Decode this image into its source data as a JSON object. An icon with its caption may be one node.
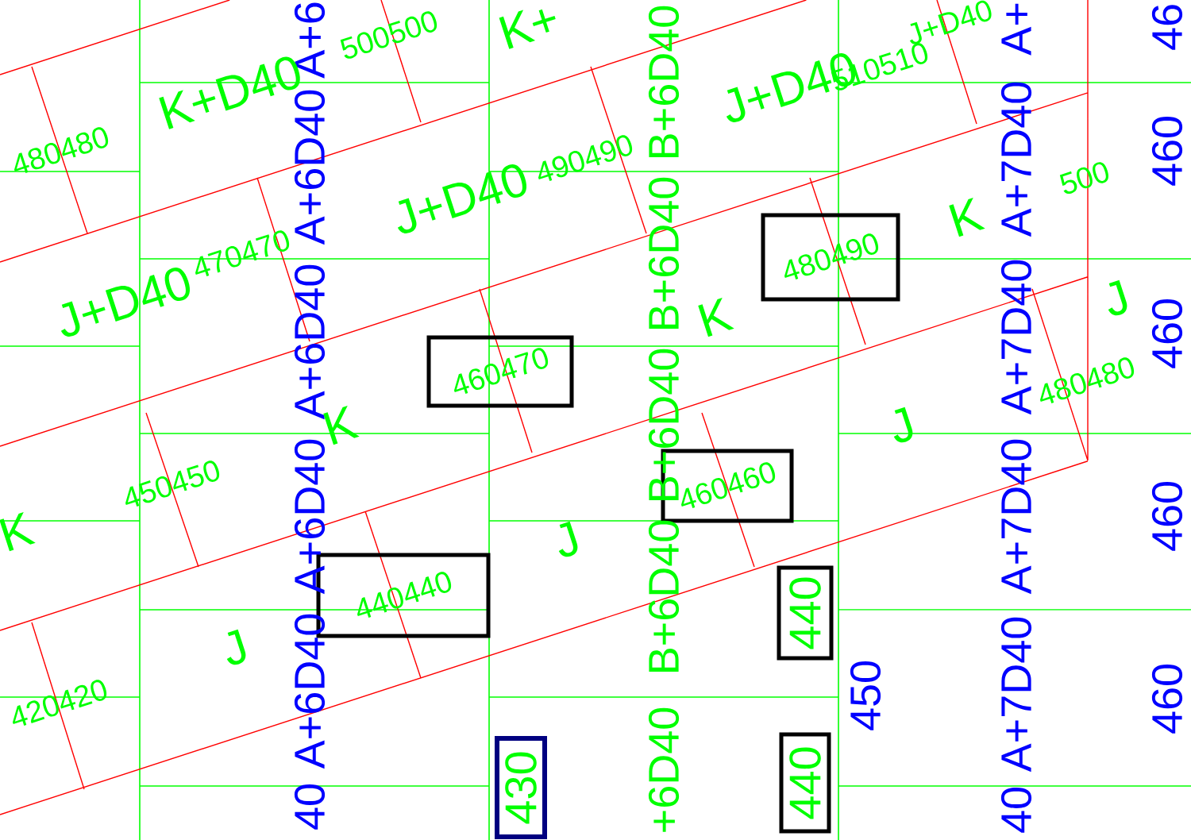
{
  "diagram": {
    "nodes": [
      {
        "text": [
          "480490"
        ]
      },
      {
        "text": [
          "460470"
        ]
      },
      {
        "text": [
          "460460"
        ]
      },
      {
        "text": [
          "440440"
        ]
      },
      {
        "text": [
          "440"
        ]
      },
      {
        "text": [
          "440"
        ]
      },
      {
        "text": [
          "430"
        ]
      }
    ],
    "labels": [
      "A+6",
      "500500",
      "K+",
      "510510",
      "J+D40",
      "A+",
      "46",
      "480480",
      "K+D40",
      "A+6D40",
      "490490",
      "B+6D40",
      "J+D40",
      "A+7D40",
      "500",
      "460",
      "470470",
      "J+D40",
      "B+6D40",
      "K",
      "J+D40",
      "A+6D40",
      "K",
      "A+7D40",
      "480480",
      "J",
      "460",
      "K",
      "B+6D40",
      "J",
      "K",
      "450450",
      "A+6D40",
      "J",
      "A+7D40",
      "460",
      "420420",
      "J",
      "A+6D40",
      "B+6D40",
      "450",
      "A+7D40",
      "460",
      "40",
      "+6D40",
      "40"
    ]
  }
}
